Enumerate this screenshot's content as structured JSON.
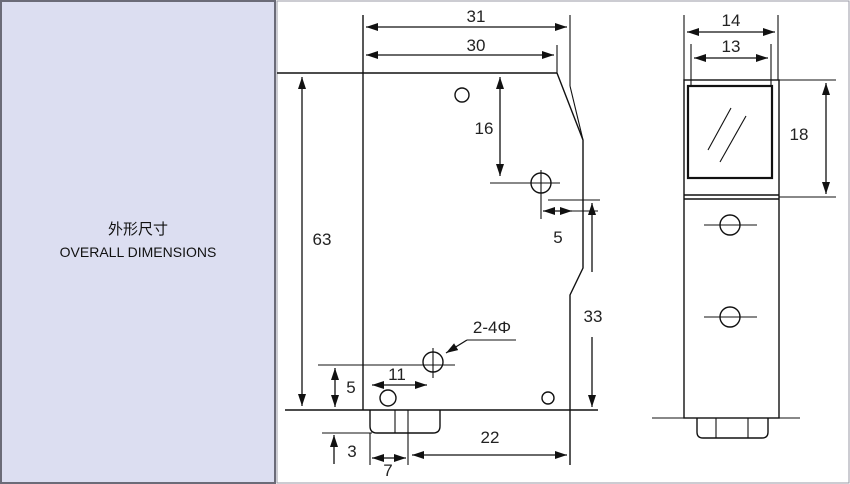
{
  "panel": {
    "title_cn": "外形尺寸",
    "title_en": "OVERALL DIMENSIONS"
  },
  "front_view": {
    "width_outer": "31",
    "width_body": "30",
    "height": "63",
    "hole_from_top": "16",
    "hole_from_side": "5",
    "hole_from_bottom": "33",
    "holes": "2-4Φ",
    "lower_hole_from_left": "11",
    "lower_hole_from_bottom": "5",
    "connector_offset": "22",
    "connector_height": "3",
    "connector_width": "7"
  },
  "side_view": {
    "width_outer": "14",
    "width_window": "13",
    "window_height": "18"
  },
  "colors": {
    "panel_bg": "#dcdef1",
    "panel_border": "#6b6b78",
    "drawing_bg": "#ffffff",
    "line": "#111111"
  }
}
